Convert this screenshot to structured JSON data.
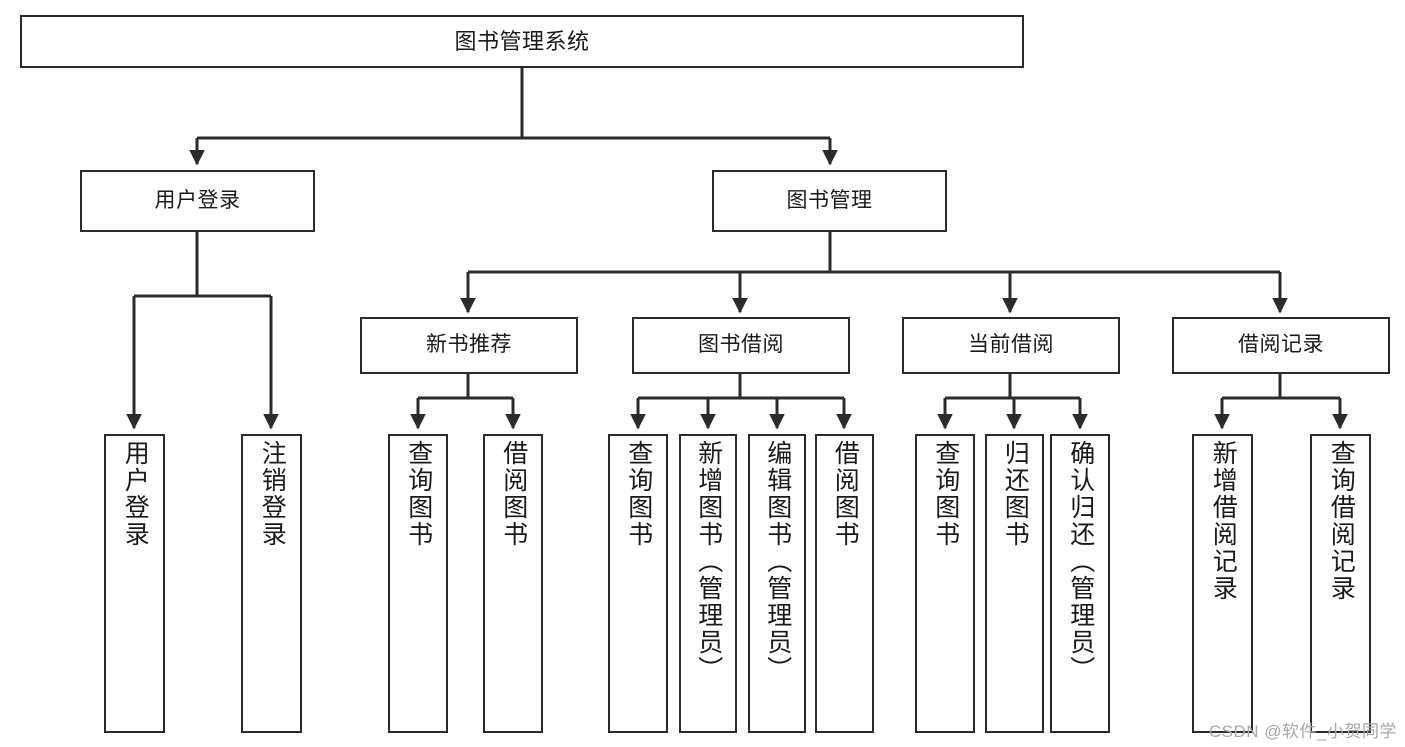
{
  "diagram": {
    "title": "图书管理系统",
    "type": "tree-hierarchy",
    "stroke_color": "#2b2b2b",
    "background_color": "#ffffff",
    "root": {
      "id": "root",
      "label": "图书管理系统"
    },
    "level2": [
      {
        "id": "user-login",
        "label": "用户登录"
      },
      {
        "id": "book-management",
        "label": "图书管理"
      }
    ],
    "level3": [
      {
        "id": "new-book-recommend",
        "label": "新书推荐",
        "parent": "book-management"
      },
      {
        "id": "book-borrow",
        "label": "图书借阅",
        "parent": "book-management"
      },
      {
        "id": "current-borrow",
        "label": "当前借阅",
        "parent": "book-management"
      },
      {
        "id": "borrow-record",
        "label": "借阅记录",
        "parent": "book-management"
      }
    ],
    "leaves": [
      {
        "id": "leaf-user-login",
        "label": "用户登录",
        "parent": "user-login"
      },
      {
        "id": "leaf-logout-login",
        "label": "注销登录",
        "parent": "user-login"
      },
      {
        "id": "leaf-query-book-1",
        "label": "查询图书",
        "parent": "new-book-recommend"
      },
      {
        "id": "leaf-borrow-book-1",
        "label": "借阅图书",
        "parent": "new-book-recommend"
      },
      {
        "id": "leaf-query-book-2",
        "label": "查询图书",
        "parent": "book-borrow"
      },
      {
        "id": "leaf-add-book",
        "label": "新增图书（管理员）",
        "parent": "book-borrow"
      },
      {
        "id": "leaf-edit-book",
        "label": "编辑图书（管理员）",
        "parent": "book-borrow"
      },
      {
        "id": "leaf-borrow-book-2",
        "label": "借阅图书",
        "parent": "book-borrow"
      },
      {
        "id": "leaf-query-book-3",
        "label": "查询图书",
        "parent": "current-borrow"
      },
      {
        "id": "leaf-return-book",
        "label": "归还图书",
        "parent": "current-borrow"
      },
      {
        "id": "leaf-confirm-return",
        "label": "确认归还（管理员）",
        "parent": "current-borrow"
      },
      {
        "id": "leaf-add-record",
        "label": "新增借阅记录",
        "parent": "borrow-record"
      },
      {
        "id": "leaf-query-record",
        "label": "查询借阅记录",
        "parent": "borrow-record"
      }
    ]
  },
  "watermark": {
    "text": "CSDN @软件_小贺同学"
  }
}
